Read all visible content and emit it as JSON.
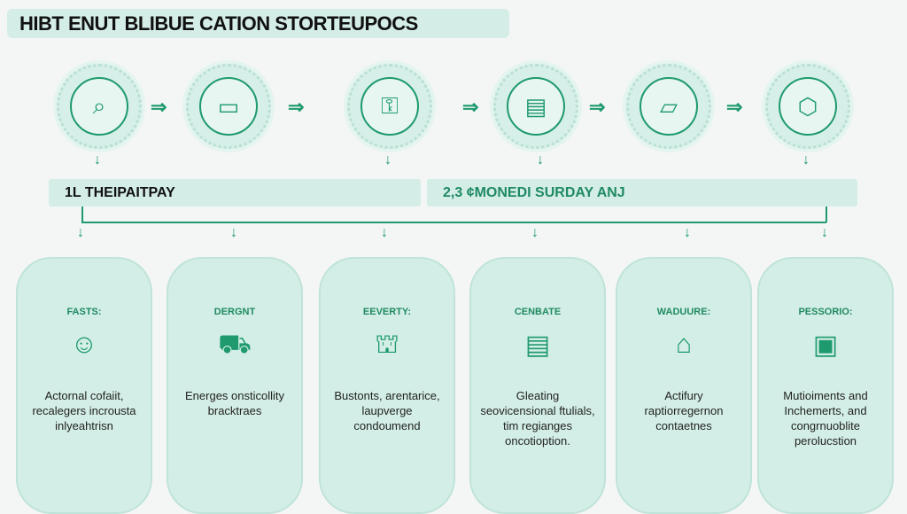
{
  "title": "HIBT ENUT BLIBUE CATION STORTEUPOCS",
  "badges": [
    {
      "icon": "magnifier-icon",
      "glyph": "⌕"
    },
    {
      "icon": "monitor-icon",
      "glyph": "▭"
    },
    {
      "icon": "key-tools-icon",
      "glyph": "⚿"
    },
    {
      "icon": "printer-icon",
      "glyph": "▤"
    },
    {
      "icon": "screen-icon",
      "glyph": "▱"
    },
    {
      "icon": "card-icon",
      "glyph": "⬡"
    }
  ],
  "banners": {
    "left": "1L THEIPAITPAY",
    "right": "2,3 ¢MONEDI SURDAY ANJ"
  },
  "cards": [
    {
      "heading": "FASTS:",
      "icon": "head-icon",
      "glyph": "☺",
      "text": "Actornal cofaiit, recalegers incrousta inlyeahtrisn"
    },
    {
      "heading": "DERGNT",
      "icon": "truck-gear-icon",
      "glyph": "⛟",
      "text": "Energes onsticollity bracktraes"
    },
    {
      "heading": "EEVERTY:",
      "icon": "building-icon",
      "glyph": "⛫",
      "text": "Bustonts, arentarice, laupverge condoumend"
    },
    {
      "heading": "CENBATE",
      "icon": "document-icon",
      "glyph": "▤",
      "text": "Gleating seovicensional ftulials, tim regianges oncotioption."
    },
    {
      "heading": "WADUURE:",
      "icon": "book-icon",
      "glyph": "⌂",
      "text": "Actifury raptiorregernon contaetnes"
    },
    {
      "heading": "PESSORIO:",
      "icon": "card-arrows-icon",
      "glyph": "▣",
      "text": "Mutioiments and Inchemerts, and congrnuoblite perolucstion"
    }
  ],
  "colors": {
    "accent": "#1f9a6e",
    "panel": "#d3eee6"
  }
}
